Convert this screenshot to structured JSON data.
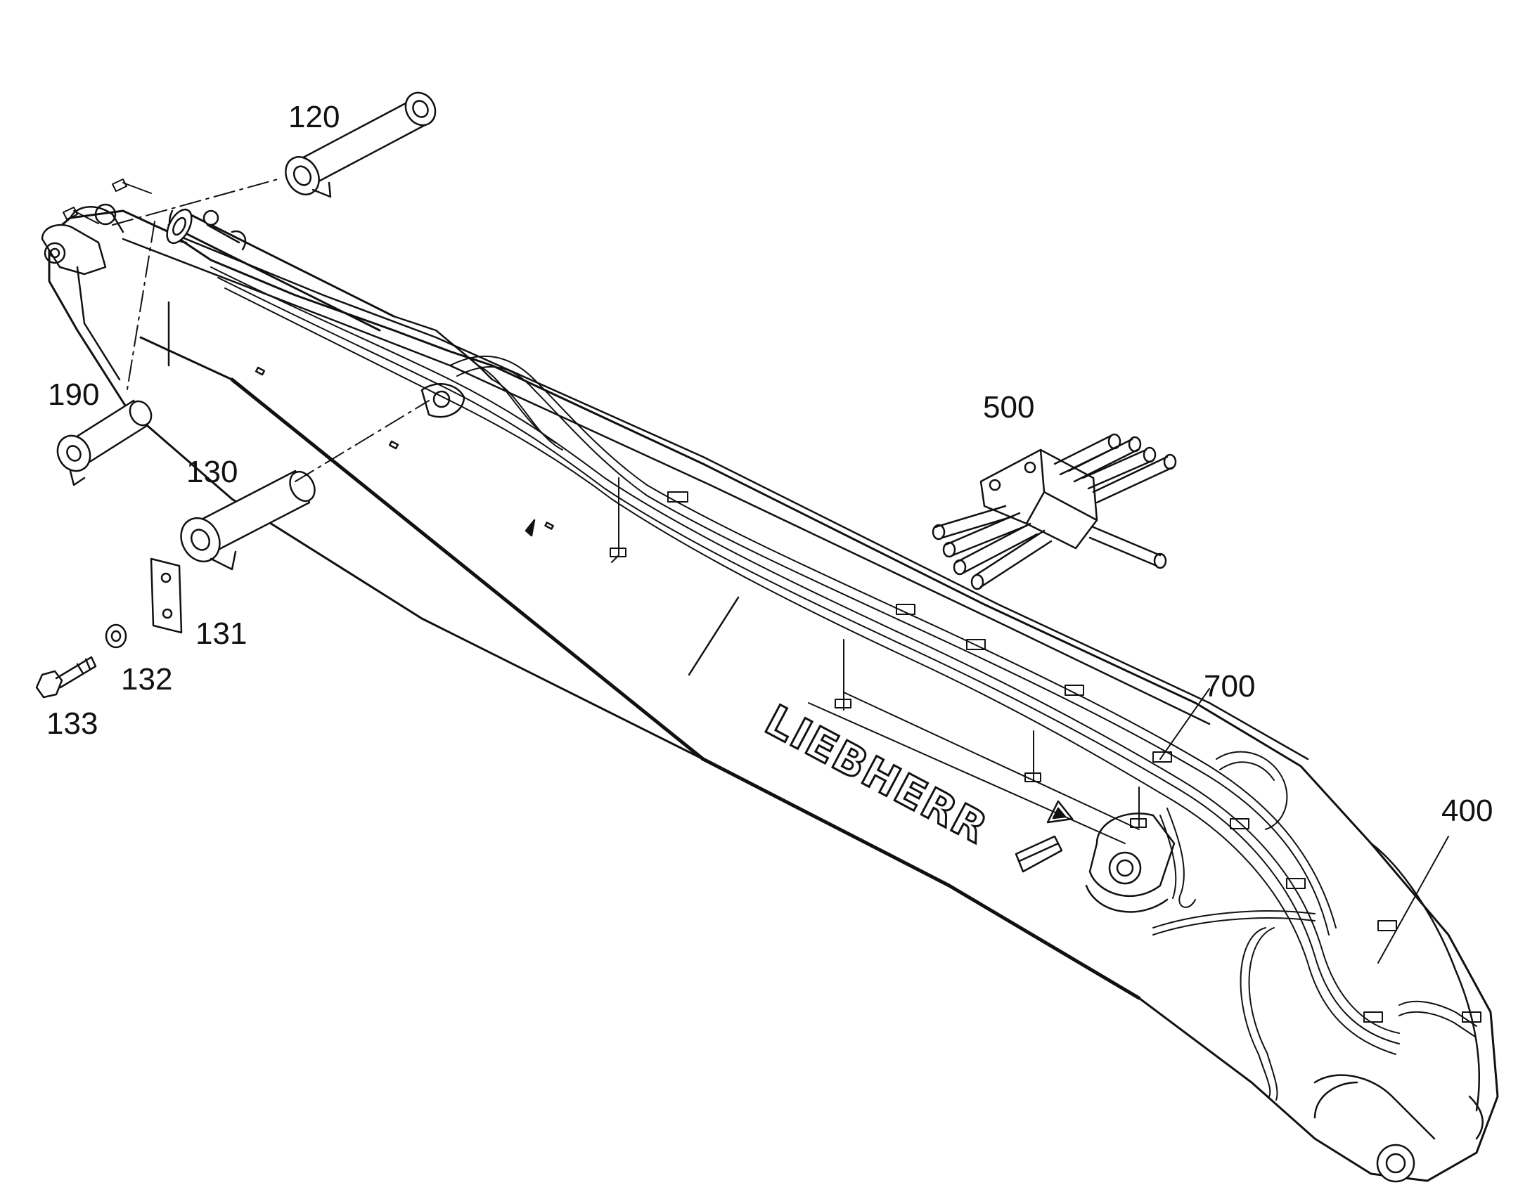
{
  "brand": "LIEBHERR",
  "labels": {
    "p120": "120",
    "p190": "190",
    "p130": "130",
    "p131": "131",
    "p132": "132",
    "p133": "133",
    "p500": "500",
    "p700": "700",
    "p400": "400"
  },
  "colors": {
    "ink": "#111111",
    "paper": "#ffffff"
  }
}
